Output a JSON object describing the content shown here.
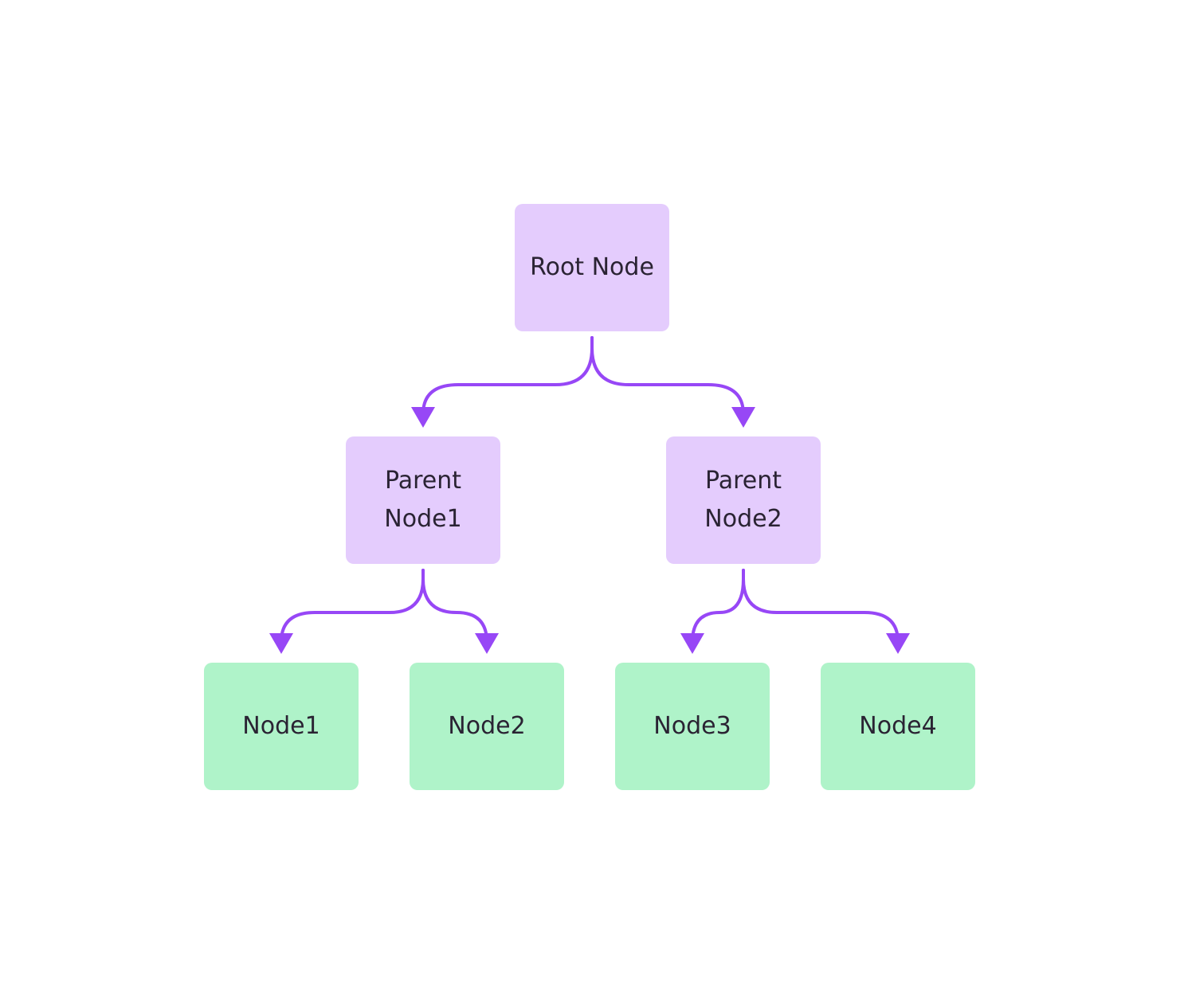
{
  "colors": {
    "internal_fill": "#e4ccfd",
    "leaf_fill": "#aff3c9",
    "edge": "#9747f6",
    "text": "#2a2333"
  },
  "nodes": {
    "root": {
      "label": "Root Node",
      "kind": "internal"
    },
    "parent1": {
      "label": "Parent\nNode1",
      "kind": "internal"
    },
    "parent2": {
      "label": "Parent\nNode2",
      "kind": "internal"
    },
    "node1": {
      "label": "Node1",
      "kind": "leaf"
    },
    "node2": {
      "label": "Node2",
      "kind": "leaf"
    },
    "node3": {
      "label": "Node3",
      "kind": "leaf"
    },
    "node4": {
      "label": "Node4",
      "kind": "leaf"
    }
  },
  "edges": [
    {
      "from": "root",
      "to": "parent1"
    },
    {
      "from": "root",
      "to": "parent2"
    },
    {
      "from": "parent1",
      "to": "node1"
    },
    {
      "from": "parent1",
      "to": "node2"
    },
    {
      "from": "parent2",
      "to": "node3"
    },
    {
      "from": "parent2",
      "to": "node4"
    }
  ]
}
